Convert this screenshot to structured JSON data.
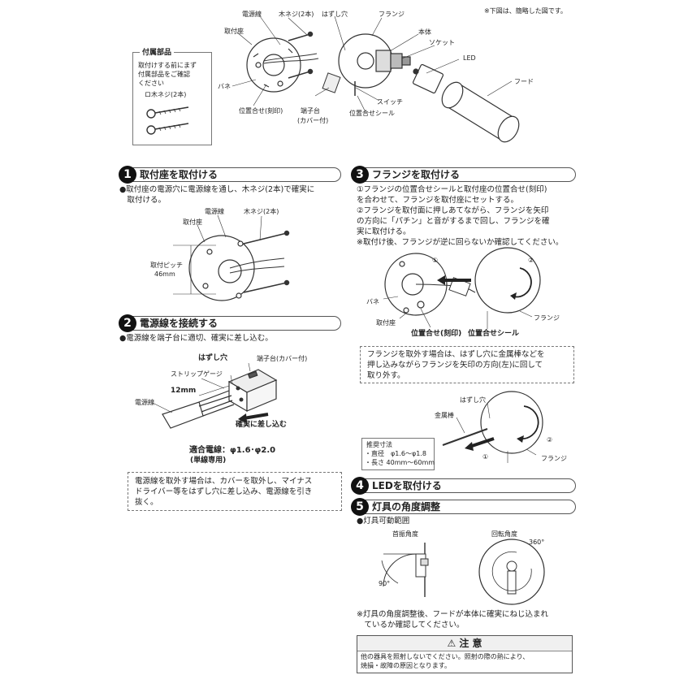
{
  "top_note": "※下図は、簡略した図です。",
  "parts_diagram": {
    "labels": {
      "power_wire": "電源線",
      "wood_screw": "木ネジ(2本)",
      "removal_hole": "はずし穴",
      "flange": "フランジ",
      "body": "本体",
      "socket": "ソケット",
      "led": "LED",
      "hood": "フード",
      "mount_base": "取付座",
      "spring": "バネ",
      "alignment_mark": "位置合せ(刻印)",
      "terminal_block": "端子台",
      "cover_attached": "(カバー付)",
      "switch": "スイッチ",
      "alignment_seal": "位置合せシール"
    }
  },
  "accessories": {
    "title": "付属部品",
    "lines": [
      "取付けする前にまず",
      "付属部品をご確認",
      "ください"
    ],
    "item": "ロ木ネジ(2本)"
  },
  "sections": [
    {
      "num": "1",
      "title": "取付座を取付ける"
    },
    {
      "num": "2",
      "title": "電源線を接続する"
    },
    {
      "num": "3",
      "title": "フランジを取付ける"
    },
    {
      "num": "4",
      "title": "LEDを取付ける"
    },
    {
      "num": "5",
      "title": "灯具の角度調整"
    }
  ],
  "step1": {
    "text": [
      "●取付座の電源穴に電源線を通し、木ネジ(2本)で確実に",
      "　取付ける。"
    ],
    "labels": {
      "power_wire": "電源線",
      "wood_screw": "木ネジ(2本)",
      "mount_base": "取付座",
      "pitch": "取付ピッチ",
      "pitch_value": "46mm"
    }
  },
  "step2": {
    "text": "●電源線を端子台に適切、確実に差し込む。",
    "labels": {
      "removal_hole": "はずし穴",
      "terminal_block": "端子台(カバー付)",
      "strip_gauge": "ストリップゲージ",
      "length": "12mm",
      "power_wire": "電源線",
      "insert": "確実に差し込む",
      "wire_spec": "適合電線：φ1.6･φ2.0",
      "wire_note": "(単線専用)"
    },
    "note": [
      "電源線を取外す場合は、カバーを取外し、マイナス",
      "ドライバー等をはずし穴に差し込み、電源線を引き",
      "抜く。"
    ]
  },
  "step3": {
    "text": [
      "①フランジの位置合せシールと取付座の位置合せ(刻印)",
      "を合わせて、フランジを取付座にセットする。",
      "②フランジを取付面に押しあてながら、フランジを矢印",
      "の方向に「パチン」と音がするまで回し、フランジを確",
      "実に取付ける。",
      "※取付け後、フランジが逆に回らないか確認してください。"
    ],
    "labels": {
      "circle1": "①",
      "circle2": "②",
      "spring": "バネ",
      "mount_base": "取付座",
      "flange": "フランジ",
      "align_mark": "位置合せ(刻印)",
      "align_seal": "位置合せシール"
    },
    "note": [
      "フランジを取外す場合は、はずし穴に金属棒などを",
      "押し込みながらフランジを矢印の方向(左)に回して",
      "取り外す。"
    ],
    "removal": {
      "removal_hole": "はずし穴",
      "metal_rod": "金属棒",
      "circle1": "①",
      "circle2": "②",
      "flange": "フランジ",
      "spec_title": "推奨寸法",
      "diameter": "・直径　φ1.6〜φ1.8",
      "length": "・長さ 40mm〜60mm"
    }
  },
  "step5": {
    "range_title": "●灯具可動範囲",
    "tilt_label": "首振角度",
    "rotate_label": "回転角度",
    "tilt_value": "90°",
    "rotate_value": "360°",
    "note": [
      "※灯具の角度調整後、フードが本体に確実にねじ込まれ",
      "　ているか確認してください。"
    ]
  },
  "caution": {
    "title": "⚠ 注 意",
    "text": [
      "他の器具を照射しないでください。照射の際の熱により、",
      "焼損・故障の原因となります。"
    ]
  }
}
